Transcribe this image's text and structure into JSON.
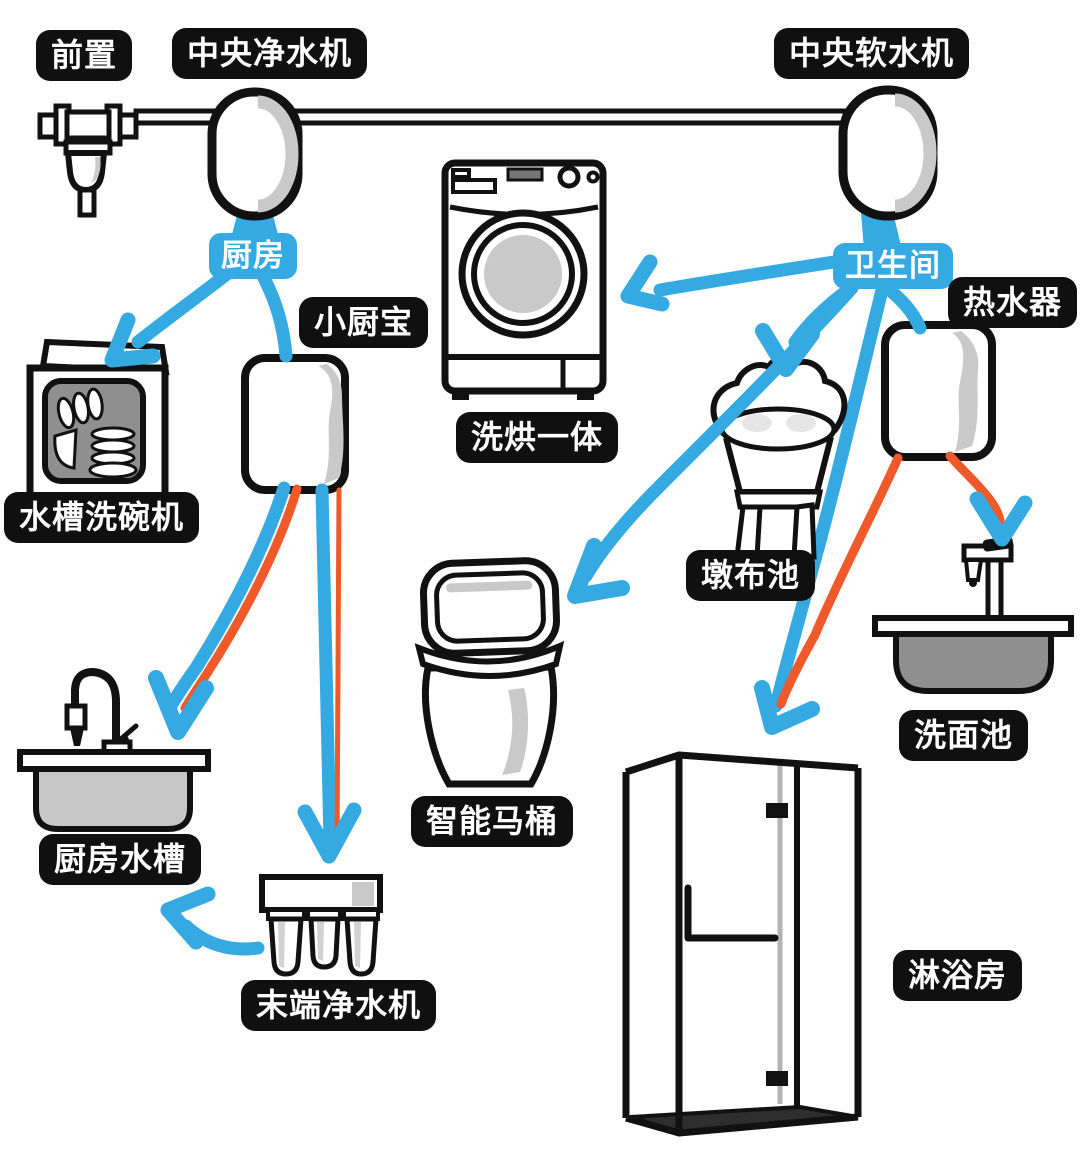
{
  "diagram": {
    "labels": {
      "pre_filter": "前置",
      "central_purifier": "中央净水机",
      "central_softener": "中央软水机",
      "kitchen": "厨房",
      "kitchen_heater": "小厨宝",
      "sink_dishwasher": "水槽洗碗机",
      "washer_dryer": "洗烘一体",
      "bathroom": "卫生间",
      "water_heater": "热水器",
      "mop_pool": "墩布池",
      "wash_basin": "洗面池",
      "kitchen_sink": "厨房水槽",
      "smart_toilet": "智能马桶",
      "terminal_purifier": "末端净水机",
      "shower_room": "淋浴房"
    },
    "colors": {
      "cold_water_line": "#35a9e1",
      "hot_water_line": "#f0592a",
      "outline": "#111111",
      "device_shade": "#c9c9c9",
      "badge_dark": "#101010",
      "badge_blue": "#35a9e1"
    },
    "icons": [
      "pre-filter-icon",
      "main-pipe",
      "central-purifier-icon",
      "central-softener-icon",
      "washer-dryer-icon",
      "sink-dishwasher-icon",
      "kitchen-heater-icon",
      "water-heater-icon",
      "mop-pool-icon",
      "smart-toilet-icon",
      "kitchen-sink-icon",
      "wash-basin-icon",
      "terminal-purifier-icon",
      "shower-room-icon",
      "flow-arrow-icon"
    ]
  }
}
